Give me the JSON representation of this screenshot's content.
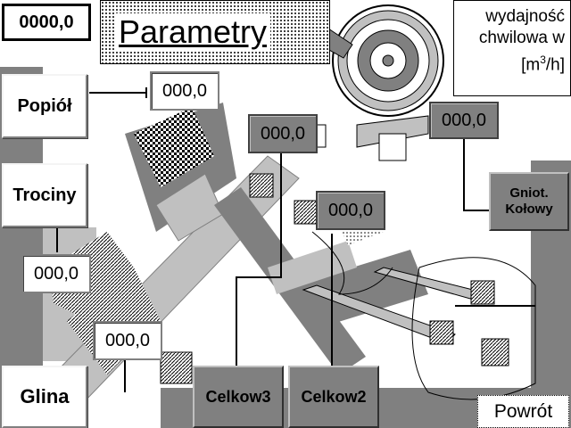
{
  "header": {
    "counter": "0000,0",
    "title": "Parametry",
    "rate_label_line1": "wydajność",
    "rate_label_line2": "chwilowa w",
    "rate_label_line3_prefix": "[m",
    "rate_label_line3_sup": "3",
    "rate_label_line3_suffix": "/h]"
  },
  "buttons": {
    "popiol": "Popiół",
    "trociny": "Trociny",
    "glina": "Glina",
    "celkow3": "Celkow3",
    "celkow2": "Celkow2",
    "gniot_line1": "Gniot.",
    "gniot_line2": "Kołowy",
    "powrot": "Powrót"
  },
  "values": {
    "popiol_value": "000,0",
    "trociny_value": "000,0",
    "glina_value": "000,0",
    "conveyor1_value": "000,0",
    "conveyor2_value": "000,0",
    "gniot_value": "000,0"
  },
  "colors": {
    "dark_gray": "#808080",
    "light_gray": "#c0c0c0",
    "white": "#ffffff",
    "black": "#000000"
  }
}
